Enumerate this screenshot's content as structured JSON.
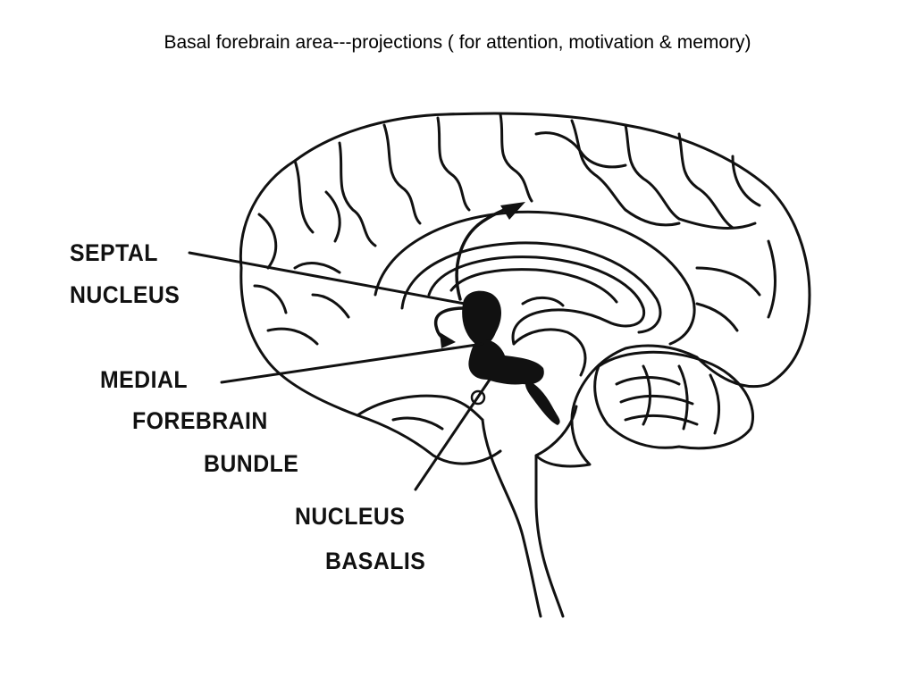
{
  "title": "Basal forebrain area---projections ( for attention, motivation & memory)",
  "labels": {
    "septal_1": "SEPTAL",
    "septal_2": "NUCLEUS",
    "mfb_1": "MEDIAL",
    "mfb_2": "FOREBRAIN",
    "mfb_3": "BUNDLE",
    "basalis_1": "NUCLEUS",
    "basalis_2": "BASALIS"
  },
  "colors": {
    "ink": "#111111",
    "background": "#ffffff"
  }
}
